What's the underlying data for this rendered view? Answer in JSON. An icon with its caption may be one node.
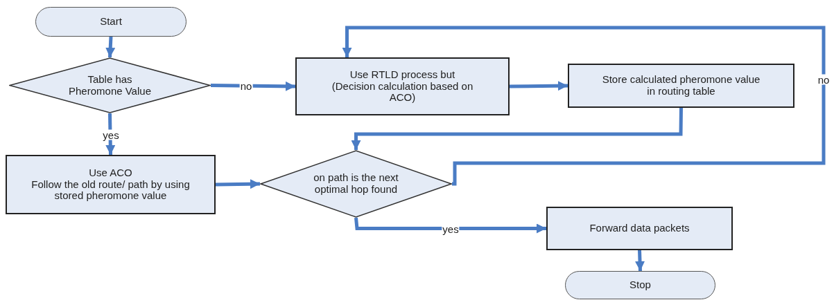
{
  "diagram": {
    "nodes": [
      {
        "text": [
          "Start"
        ]
      },
      {
        "text": [
          "Table has Pheromone Value"
        ]
      },
      {
        "text": [
          "Use RTLD process but (Decision calculation based on ACO)"
        ]
      },
      {
        "text": [
          "Store calculated pheromone value in routing table"
        ]
      },
      {
        "text": [
          "Use ACO",
          "Follow the old route/ path by using stored pheromone value"
        ]
      },
      {
        "text": [
          "on path is the next optimal hop found"
        ]
      },
      {
        "text": [
          "Forward data packets"
        ]
      },
      {
        "text": [
          "Stop"
        ]
      }
    ],
    "edges": [
      {
        "from": 0,
        "to": 1,
        "arrow": "to"
      },
      {
        "from": 1,
        "to": 2,
        "arrow": "to",
        "label": "no"
      },
      {
        "from": 1,
        "to": 4,
        "arrow": "to",
        "label": "yes"
      },
      {
        "from": 2,
        "to": 3,
        "arrow": "to"
      },
      {
        "from": 3,
        "to": 5,
        "arrow": "to"
      },
      {
        "from": 4,
        "to": 5,
        "arrow": "to"
      },
      {
        "from": 5,
        "to": 2,
        "arrow": "to",
        "label": "no"
      },
      {
        "from": 5,
        "to": 6,
        "arrow": "to",
        "label": "yes"
      },
      {
        "from": 6,
        "to": 7,
        "arrow": "to"
      }
    ]
  }
}
